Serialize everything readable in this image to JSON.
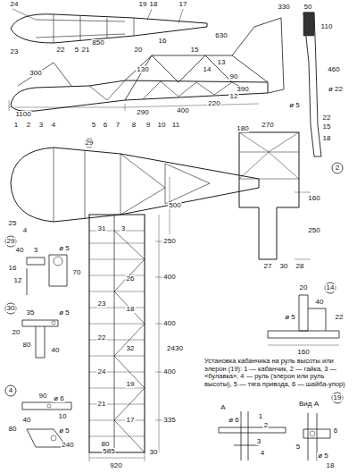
{
  "diagram": {
    "labels": [
      "24",
      "19",
      "18",
      "17",
      "23",
      "22",
      "5",
      "21",
      "20",
      "300",
      "850",
      "130",
      "330",
      "50",
      "630",
      "13",
      "16",
      "15",
      "14",
      "90",
      "12",
      "1100",
      "290",
      "400",
      "220",
      "390",
      "1",
      "2",
      "3",
      "4",
      "5",
      "6",
      "7",
      "8",
      "9",
      "10",
      "11",
      "110",
      "460",
      "ø 22",
      "ø 5",
      "22",
      "15",
      "18",
      "2",
      "180",
      "270",
      "29",
      "500",
      "160",
      "250",
      "25",
      "4",
      "27",
      "30",
      "28",
      "250",
      "400",
      "400",
      "400",
      "335",
      "2430",
      "31",
      "3",
      "26",
      "23",
      "18",
      "22",
      "32",
      "24",
      "19",
      "21",
      "17",
      "240",
      "80",
      "585",
      "920",
      "30",
      "29",
      "40",
      "3",
      "ø 5",
      "16",
      "70",
      "12",
      "30",
      "35",
      "ø 5",
      "20",
      "80",
      "40",
      "4",
      "90",
      "ø 6",
      "40",
      "80",
      "10",
      "ø 5",
      "14",
      "20",
      "40",
      "22",
      "ø 5",
      "160",
      "Установка кабанчика на руль высоты или элерон (19): 1 — кабанчик, 2 — гайка, 3 — «булавка», 4 — руль (элерон или руль высоты), 5 — тяга привода, 6 — шайба-упор)",
      "19",
      "Вид А",
      "А",
      "ø 6",
      "1",
      "2",
      "3",
      "4",
      "5",
      "6",
      "ø 5",
      "18"
    ]
  }
}
